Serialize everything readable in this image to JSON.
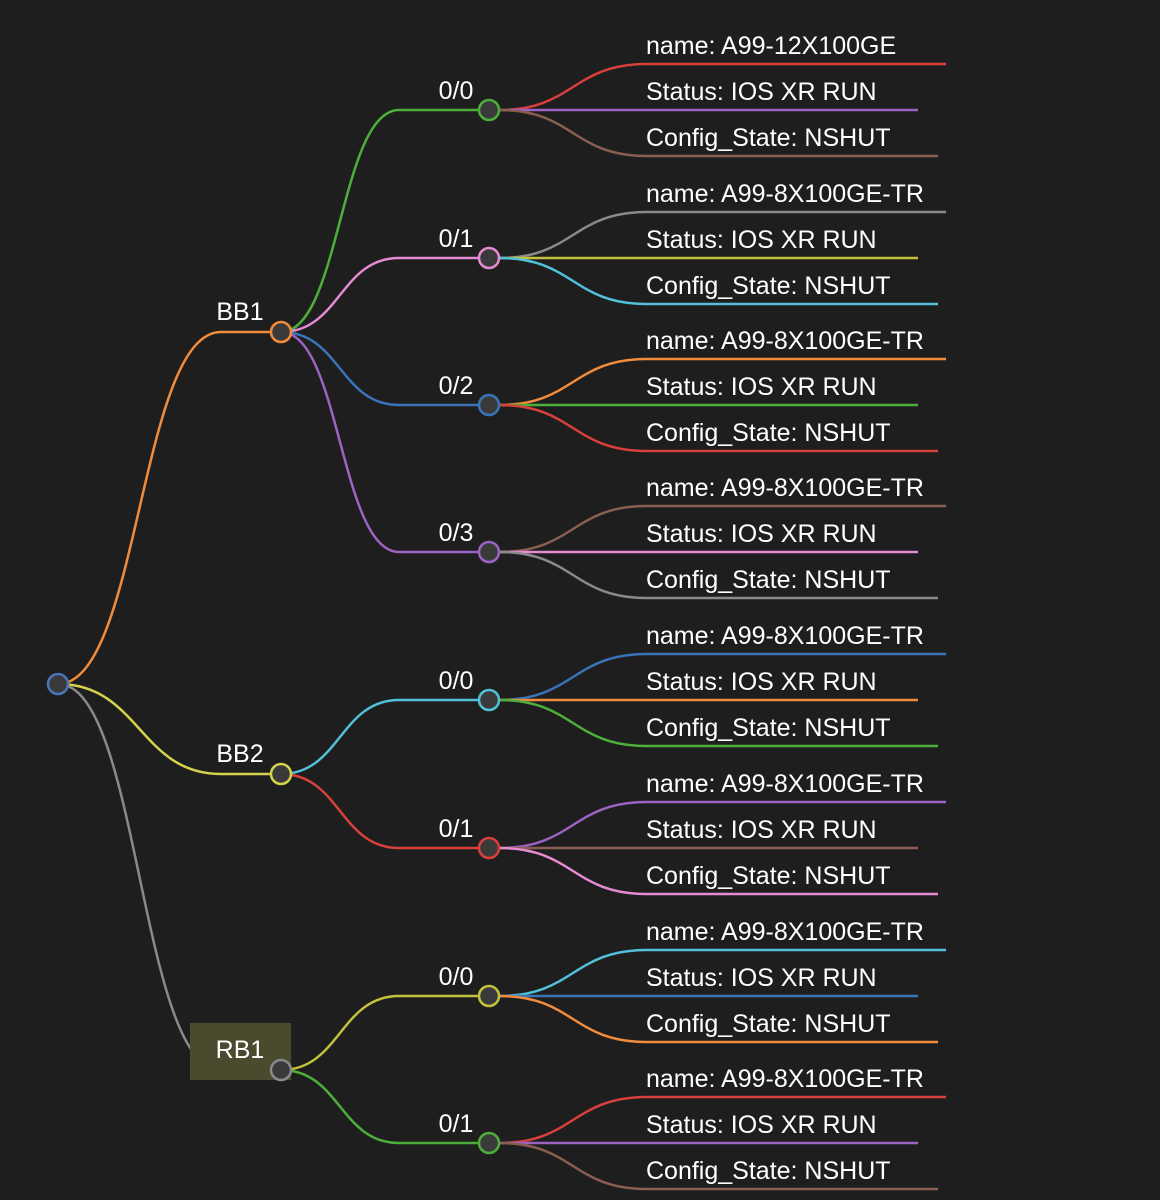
{
  "root": {
    "label": "",
    "color": "#4a74b8"
  },
  "groups": [
    {
      "label": "BB1",
      "color": "#f08c3c",
      "slots": [
        {
          "label": "0/0",
          "color": "#4caf3a",
          "details": [
            {
              "text": "name: A99-12X100GE",
              "color": "#d8403c"
            },
            {
              "text": "Status: IOS XR RUN",
              "color": "#9b63c2"
            },
            {
              "text": "Config_State: NSHUT",
              "color": "#8a5e50"
            }
          ]
        },
        {
          "label": "0/1",
          "color": "#e58ad3",
          "details": [
            {
              "text": "name: A99-8X100GE-TR",
              "color": "#8a8a8a"
            },
            {
              "text": "Status: IOS XR RUN",
              "color": "#c2c23c"
            },
            {
              "text": "Config_State: NSHUT",
              "color": "#52c0d8"
            }
          ]
        },
        {
          "label": "0/2",
          "color": "#3a73b8",
          "details": [
            {
              "text": "name: A99-8X100GE-TR",
              "color": "#f08c3c"
            },
            {
              "text": "Status: IOS XR RUN",
              "color": "#4caf3a"
            },
            {
              "text": "Config_State: NSHUT",
              "color": "#d8403c"
            }
          ]
        },
        {
          "label": "0/3",
          "color": "#9b63c2",
          "details": [
            {
              "text": "name: A99-8X100GE-TR",
              "color": "#8a5e50"
            },
            {
              "text": "Status: IOS XR RUN",
              "color": "#e58ad3"
            },
            {
              "text": "Config_State: NSHUT",
              "color": "#8a8a8a"
            }
          ]
        }
      ]
    },
    {
      "label": "BB2",
      "color": "#d4d24c",
      "slots": [
        {
          "label": "0/0",
          "color": "#52c0d8",
          "details": [
            {
              "text": "name: A99-8X100GE-TR",
              "color": "#3a73b8"
            },
            {
              "text": "Status: IOS XR RUN",
              "color": "#f08c3c"
            },
            {
              "text": "Config_State: NSHUT",
              "color": "#4caf3a"
            }
          ]
        },
        {
          "label": "0/1",
          "color": "#d8403c",
          "details": [
            {
              "text": "name: A99-8X100GE-TR",
              "color": "#9b63c2"
            },
            {
              "text": "Status: IOS XR RUN",
              "color": "#8a5e50"
            },
            {
              "text": "Config_State: NSHUT",
              "color": "#e58ad3"
            }
          ]
        }
      ]
    },
    {
      "label": "RB1",
      "color": "#8a8a8a",
      "selected": true,
      "slots": [
        {
          "label": "0/0",
          "color": "#c2c23c",
          "details": [
            {
              "text": "name: A99-8X100GE-TR",
              "color": "#52c0d8"
            },
            {
              "text": "Status: IOS XR RUN",
              "color": "#3a73b8"
            },
            {
              "text": "Config_State: NSHUT",
              "color": "#f08c3c"
            }
          ]
        },
        {
          "label": "0/1",
          "color": "#4caf3a",
          "details": [
            {
              "text": "name: A99-8X100GE-TR",
              "color": "#d8403c"
            },
            {
              "text": "Status: IOS XR RUN",
              "color": "#9b63c2"
            },
            {
              "text": "Config_State: NSHUT",
              "color": "#8a5e50"
            }
          ]
        }
      ]
    }
  ],
  "colors": {
    "background": "#1e1e1e",
    "selection": "#4a4a2e",
    "node_fill": "#3a3a3a"
  }
}
